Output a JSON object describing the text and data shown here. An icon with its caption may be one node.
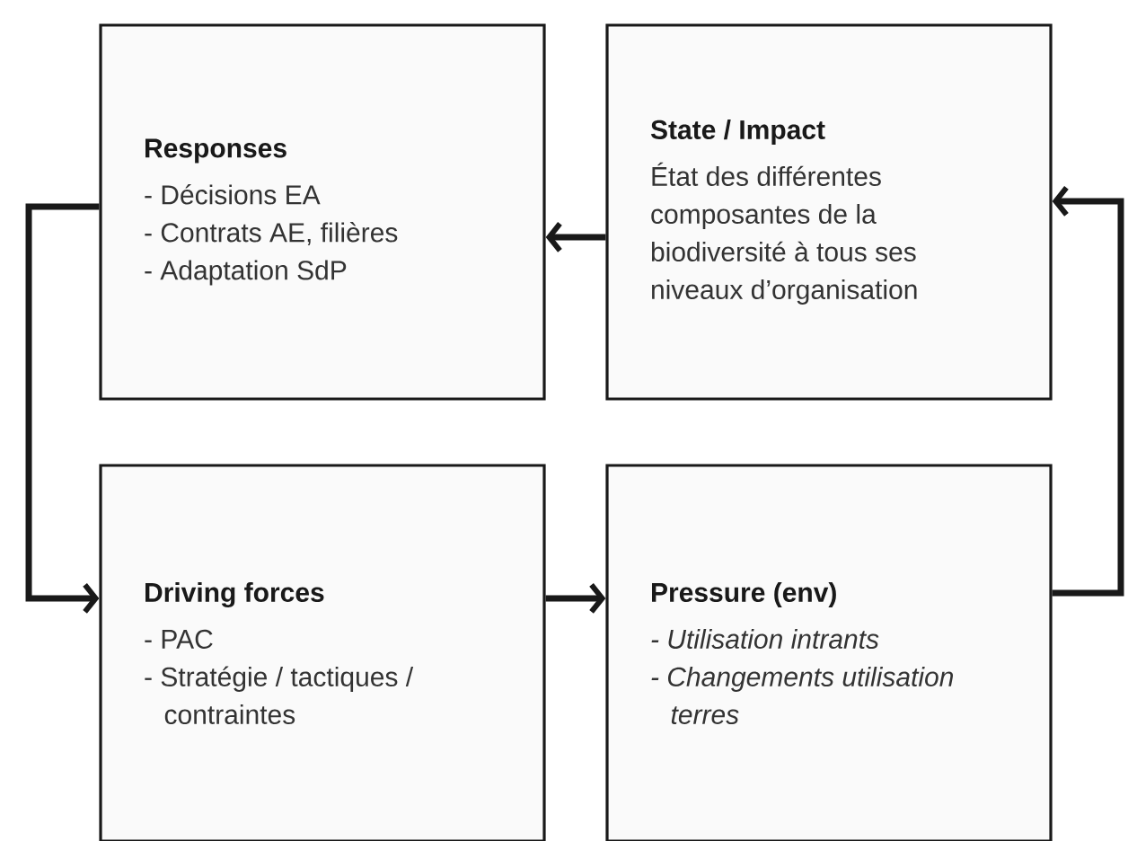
{
  "diagram": {
    "nodes": [
      {
        "text": [
          "Responses",
          "- Décisions EA",
          "- Contrats AE, filières",
          "- Adaptation SdP"
        ]
      },
      {
        "text": [
          "State / Impact",
          "État des différentes composantes de la biodiversité à tous ses niveaux d’organisation"
        ]
      },
      {
        "text": [
          "Driving forces",
          "- PAC",
          "- Stratégie / tactiques / contraintes"
        ]
      },
      {
        "text": [
          "Pressure (env)",
          "- Utilisation intrants",
          "- Changements utilisation terres"
        ]
      }
    ],
    "edges": [
      {
        "from": 1,
        "to": 0,
        "arrow": "to"
      },
      {
        "from": 0,
        "to": 2,
        "arrow": "to"
      },
      {
        "from": 2,
        "to": 3,
        "arrow": "to"
      },
      {
        "from": 3,
        "to": 1,
        "arrow": "to"
      }
    ]
  }
}
